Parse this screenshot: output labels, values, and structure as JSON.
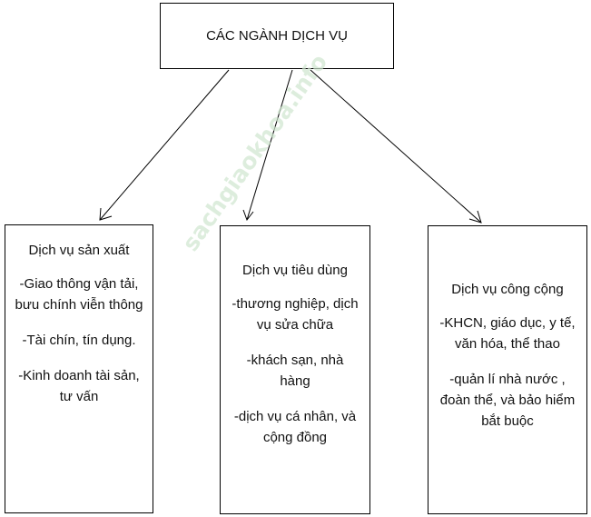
{
  "root": {
    "title": "CÁC NGÀNH DỊCH VỤ"
  },
  "children": [
    {
      "title": "Dịch vụ sản xuất",
      "items": [
        "-Giao thông vận tải, bưu chính viễn thông",
        "-Tài chín, tín dụng.",
        "-Kinh doanh tài sản, tư vấn"
      ]
    },
    {
      "title": "Dịch vụ tiêu dùng",
      "items": [
        "-thương nghiệp, dịch vụ sửa chữa",
        "-khách sạn, nhà hàng",
        "-dịch vụ cá nhân, và cộng đồng"
      ]
    },
    {
      "title": "Dịch vụ công cộng",
      "items": [
        "-KHCN, giáo dục, y tế, văn hóa, thể thao",
        "-quản lí nhà nước , đoàn thể, và bảo hiểm bắt buộc"
      ]
    }
  ],
  "watermark": "sachgiaokhoa.info",
  "colors": {
    "line": "#000000",
    "watermark": "#cfe6cf"
  }
}
